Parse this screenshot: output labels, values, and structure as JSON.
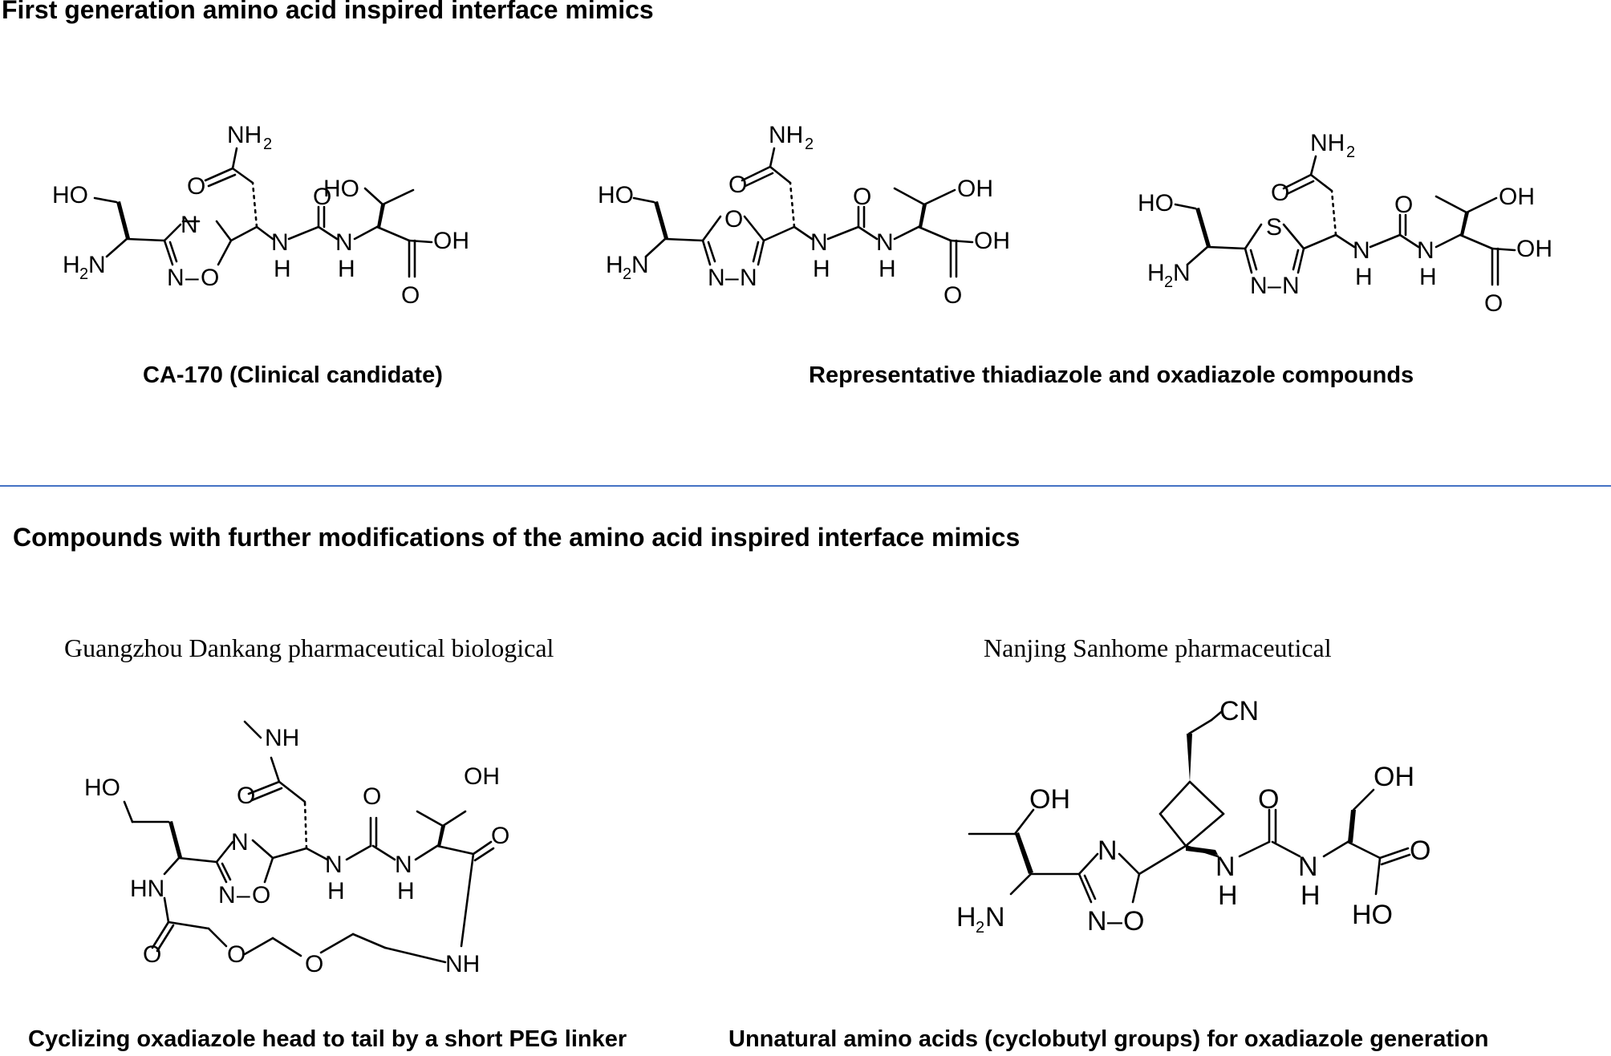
{
  "section1": {
    "title": "First generation amino acid inspired interface mimics",
    "caption_left": "CA-170 (Clinical candidate)",
    "caption_right": "Representative thiadiazole and oxadiazole compounds"
  },
  "section2": {
    "title": "Compounds with further modifications of the amino acid inspired interface mimics",
    "company_left": "Guangzhou Dankang pharmaceutical biological",
    "company_right": "Nanjing Sanhome pharmaceutical",
    "caption_left": "Cyclizing oxadiazole head to tail by a short PEG linker",
    "caption_right": "Unnatural amino acids (cyclobutyl groups) for oxadiazole generation"
  },
  "colors": {
    "divider": "#4472c4",
    "text": "#000000"
  }
}
